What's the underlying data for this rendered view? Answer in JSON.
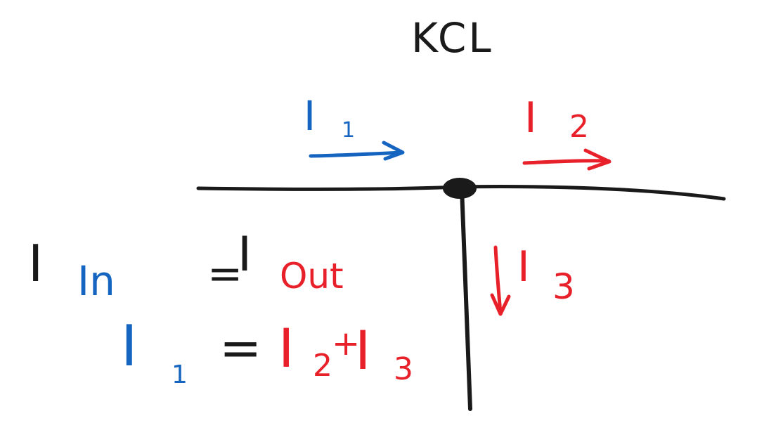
{
  "title": "KCL",
  "colors": {
    "black": "#1a1a1a",
    "blue": "#1565c0",
    "red": "#e8202a",
    "background": "#ffffff"
  },
  "currents": {
    "i1": {
      "symbol": "I",
      "subscript": "1",
      "color": "blue",
      "direction": "right"
    },
    "i2": {
      "symbol": "I",
      "subscript": "2",
      "color": "red",
      "direction": "right"
    },
    "i3": {
      "symbol": "I",
      "subscript": "3",
      "color": "red",
      "direction": "down"
    }
  },
  "equation_general": {
    "left_symbol": "I",
    "left_subscript": "In",
    "equals": "=",
    "right_symbol": "I",
    "right_subscript": "Out"
  },
  "equation_specific": {
    "lhs_symbol": "I",
    "lhs_subscript": "1",
    "equals": "=",
    "rhs_first_symbol": "I",
    "rhs_first_subscript": "2",
    "plus": "+",
    "rhs_second_symbol": "I",
    "rhs_second_subscript": "3"
  }
}
